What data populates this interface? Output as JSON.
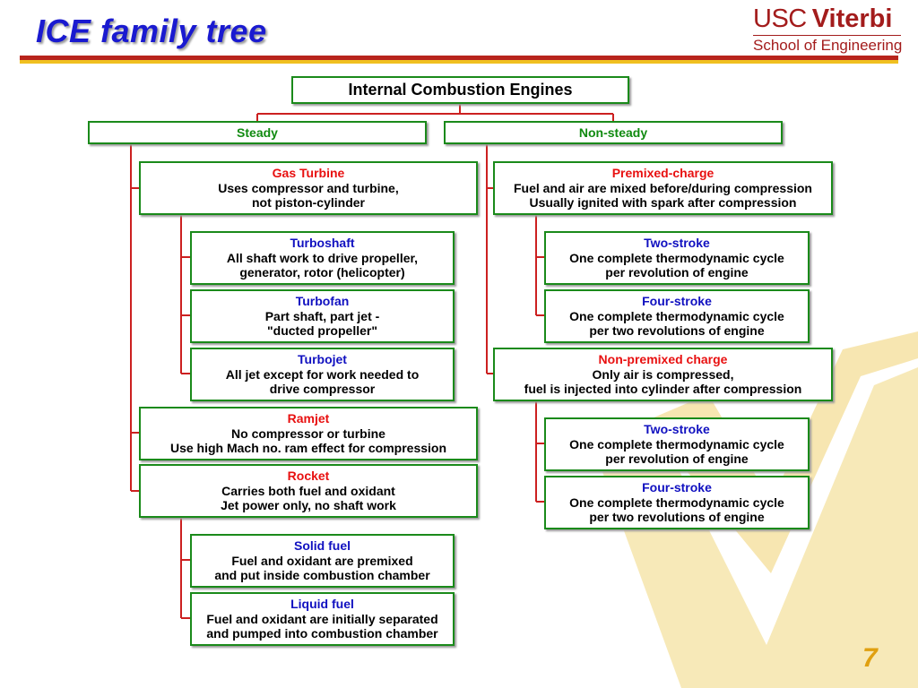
{
  "slide": {
    "title": "ICE family tree",
    "page_number": "7"
  },
  "logo": {
    "line1_a": "USC",
    "line1_b": "Viterbi",
    "line2": "School of Engineering"
  },
  "colors": {
    "title": "#1a1ad0",
    "box_border": "#1a8a1a",
    "connector": "#cc2020",
    "red_heading": "#e81010",
    "blue_heading": "#1010c0",
    "green_heading": "#108a10"
  },
  "root": {
    "label": "Internal Combustion Engines"
  },
  "steady": {
    "label": "Steady"
  },
  "nonsteady": {
    "label": "Non-steady"
  },
  "gas_turbine": {
    "title": "Gas Turbine",
    "line1": "Uses compressor and turbine,",
    "line2": "not piston-cylinder"
  },
  "turboshaft": {
    "title": "Turboshaft",
    "line1": "All shaft work to drive propeller,",
    "line2": "generator, rotor (helicopter)"
  },
  "turbofan": {
    "title": "Turbofan",
    "line1": "Part shaft, part jet -",
    "line2": "\"ducted propeller\""
  },
  "turbojet": {
    "title": "Turbojet",
    "line1": "All jet except for work needed to",
    "line2": "drive compressor"
  },
  "ramjet": {
    "title": "Ramjet",
    "line1": "No compressor or turbine",
    "line2": "Use high Mach no. ram effect for compression"
  },
  "rocket": {
    "title": "Rocket",
    "line1": "Carries both fuel and oxidant",
    "line2": "Jet power only, no shaft work"
  },
  "solid_fuel": {
    "title": "Solid fuel",
    "line1": "Fuel and oxidant are premixed",
    "line2": "and put inside combustion chamber"
  },
  "liquid_fuel": {
    "title": "Liquid fuel",
    "line1": "Fuel and oxidant are initially separated",
    "line2": "and pumped into combustion chamber"
  },
  "premixed": {
    "title": "Premixed-charge",
    "line1": "Fuel and air are mixed before/during compression",
    "line2": "Usually ignited with spark after compression"
  },
  "pm_two_stroke": {
    "title": "Two-stroke",
    "line1": "One complete thermodynamic cycle",
    "line2": "per revolution of engine"
  },
  "pm_four_stroke": {
    "title": "Four-stroke",
    "line1": "One complete thermodynamic cycle",
    "line2": "per two revolutions of engine"
  },
  "nonpremixed": {
    "title": "Non-premixed charge",
    "line1": "Only air is compressed,",
    "line2": "fuel is injected into cylinder after compression"
  },
  "np_two_stroke": {
    "title": "Two-stroke",
    "line1": "One complete thermodynamic cycle",
    "line2": "per revolution of engine"
  },
  "np_four_stroke": {
    "title": "Four-stroke",
    "line1": "One complete thermodynamic cycle",
    "line2": "per two revolutions of engine"
  }
}
